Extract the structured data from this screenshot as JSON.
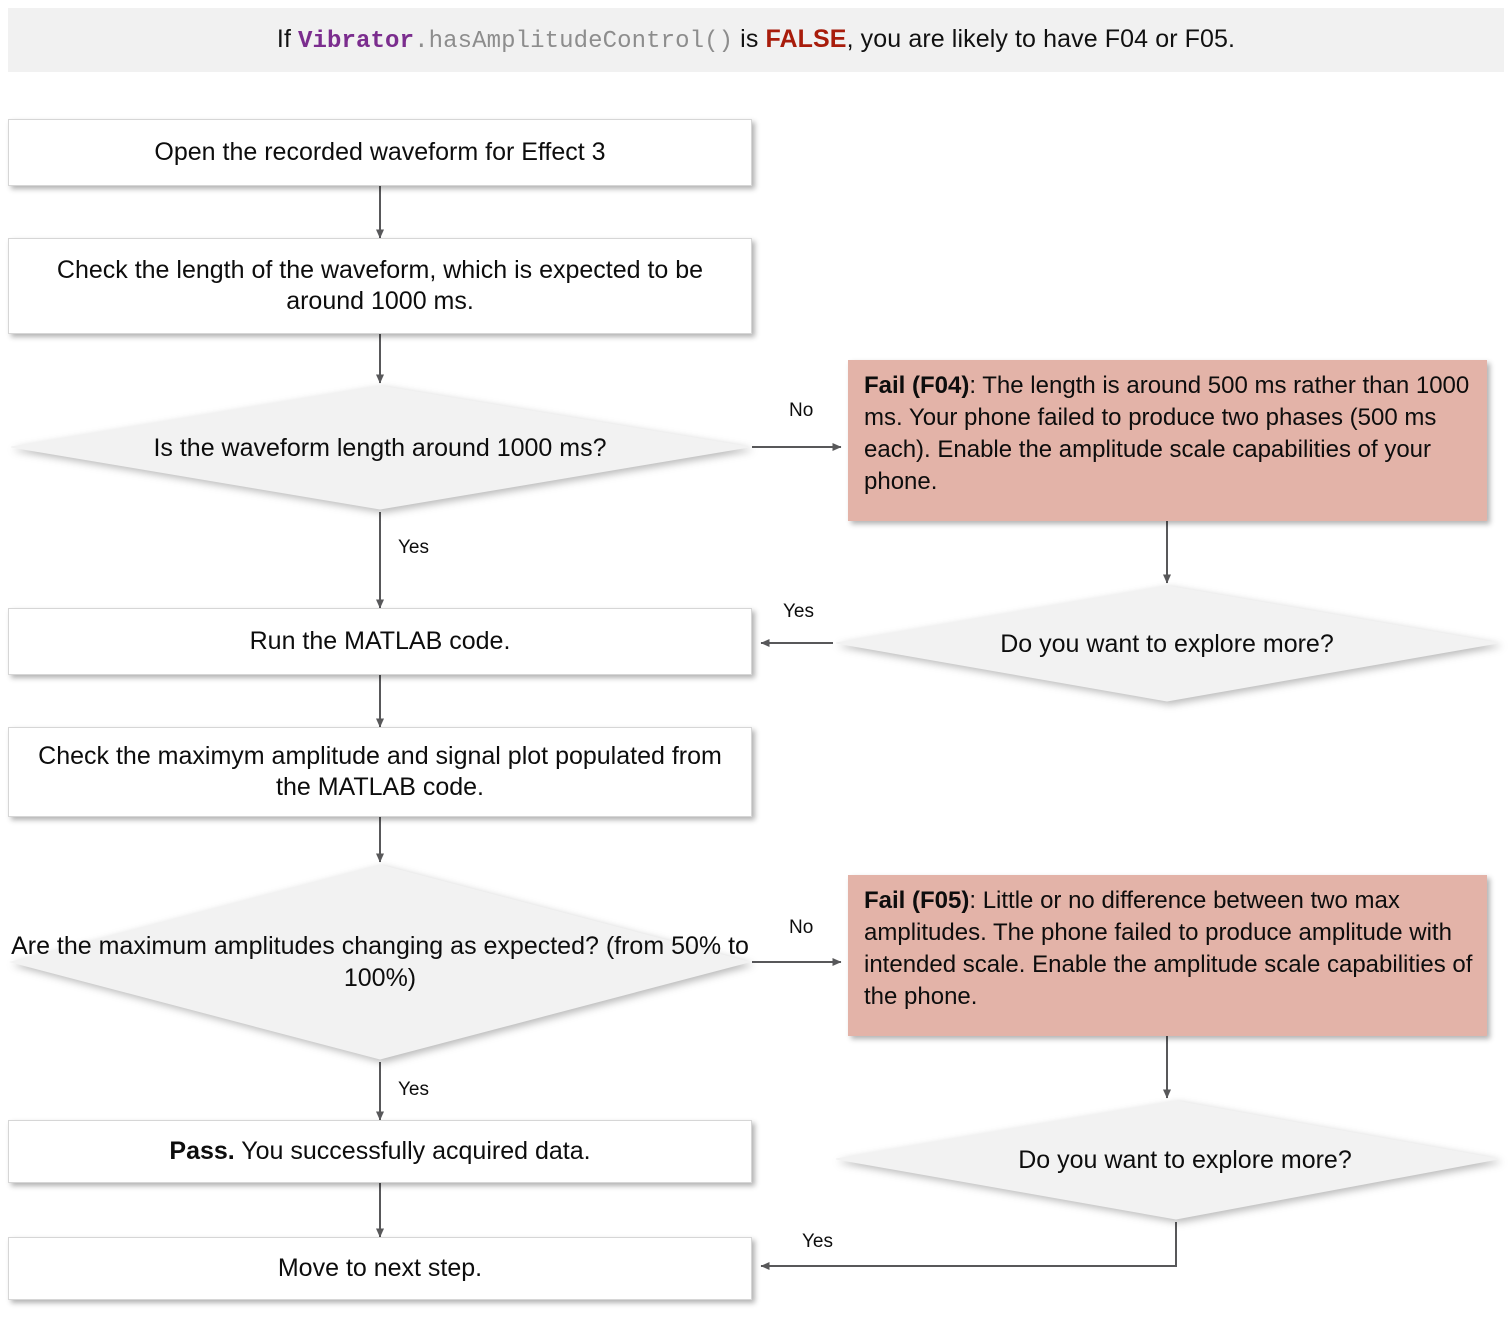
{
  "header": {
    "prefix": "If ",
    "code_class": "Vibrator",
    "code_method": ".hasAmplitudeControl()",
    "middle": " is ",
    "bool": "FALSE",
    "suffix": ", you are likely to have F04 or F05.",
    "full_text": "If Vibrator.hasAmplitudeControl()  is FALSE, you are likely to have F04 or F05.",
    "background": "#f1f1f1",
    "keyword_color": "#7b2d8e",
    "mono_color": "#8d8d8d",
    "false_color": "#a81c0b"
  },
  "colors": {
    "process_fill": "#ffffff",
    "process_border": "#d6d6d6",
    "decision_fill": "#f2f2f2",
    "fail_fill": "#e3b3a8",
    "connector": "#58585a",
    "text": "#0d0d0d"
  },
  "nodes": {
    "open_waveform": {
      "type": "process",
      "text": "Open the recorded waveform for Effect 3"
    },
    "check_length": {
      "type": "process",
      "text": "Check the length of the waveform, which is expected to be around 1000 ms."
    },
    "decision_length": {
      "type": "decision",
      "text": "Is the waveform length around 1000 ms?"
    },
    "fail_f04": {
      "type": "fail",
      "label": "Fail (F04)",
      "separator": ": ",
      "text": "The length is around 500 ms rather than 1000 ms. Your phone failed to produce two phases (500 ms each). Enable the amplitude scale capabilities of your phone."
    },
    "explore_more_1": {
      "type": "decision",
      "text": "Do you want to explore more?"
    },
    "run_matlab": {
      "type": "process",
      "text": "Run the MATLAB code."
    },
    "check_amplitude": {
      "type": "process",
      "text": "Check the maximym amplitude and signal plot populated from the MATLAB code."
    },
    "decision_amplitude": {
      "type": "decision",
      "text": "Are the maximum amplitudes changing as expected? (from 50% to 100%)"
    },
    "fail_f05": {
      "type": "fail",
      "label": "Fail (F05)",
      "separator": ": ",
      "text": "Little or no difference between two max amplitudes. The phone failed to produce amplitude with intended scale. Enable the amplitude scale capabilities of the phone."
    },
    "explore_more_2": {
      "type": "decision",
      "text": "Do you want to explore more?"
    },
    "pass_node": {
      "type": "process",
      "label": "Pass.",
      "text": " You successfully acquired data."
    },
    "move_next": {
      "type": "process",
      "text": "Move to next step."
    }
  },
  "edge_labels": {
    "no_1": "No",
    "yes_1": "Yes",
    "yes_explore_1": "Yes",
    "no_2": "No",
    "yes_2": "Yes",
    "yes_explore_2": "Yes"
  }
}
